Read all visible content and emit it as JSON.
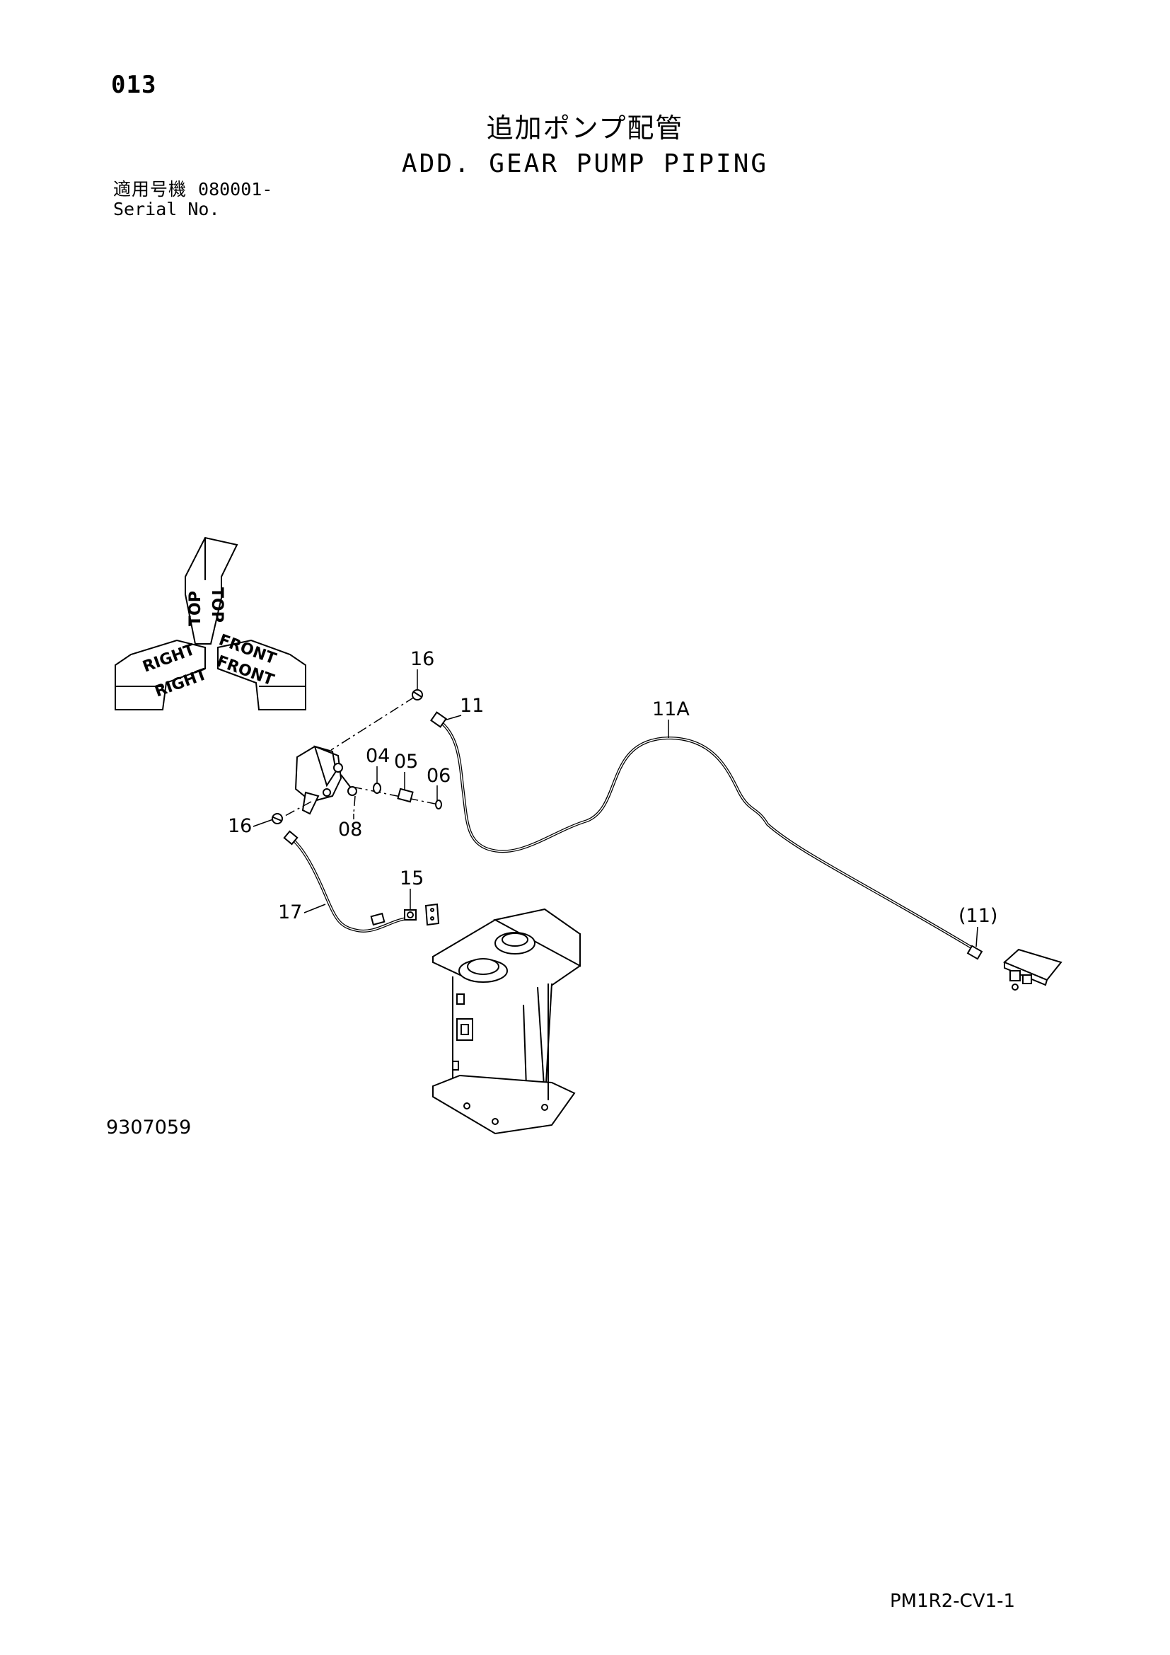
{
  "page": {
    "number": "013",
    "title_jp": "追加ポンプ配管",
    "title_en": "ADD. GEAR PUMP PIPING",
    "serial_label_jp": "適用号機",
    "serial_value": "080001-",
    "serial_label_en": "Serial No.",
    "figure_number": "9307059",
    "doc_code": "PM1R2-CV1-1"
  },
  "orientation": {
    "top_label": "TOP",
    "right_label": "RIGHT",
    "front_label": "FRONT"
  },
  "callouts": {
    "c16_top": "16",
    "c11": "11",
    "c11a": "11A",
    "c04": "04",
    "c05": "05",
    "c06": "06",
    "c08": "08",
    "c16_left": "16",
    "c15": "15",
    "c17": "17",
    "c11_paren": "(11)"
  }
}
